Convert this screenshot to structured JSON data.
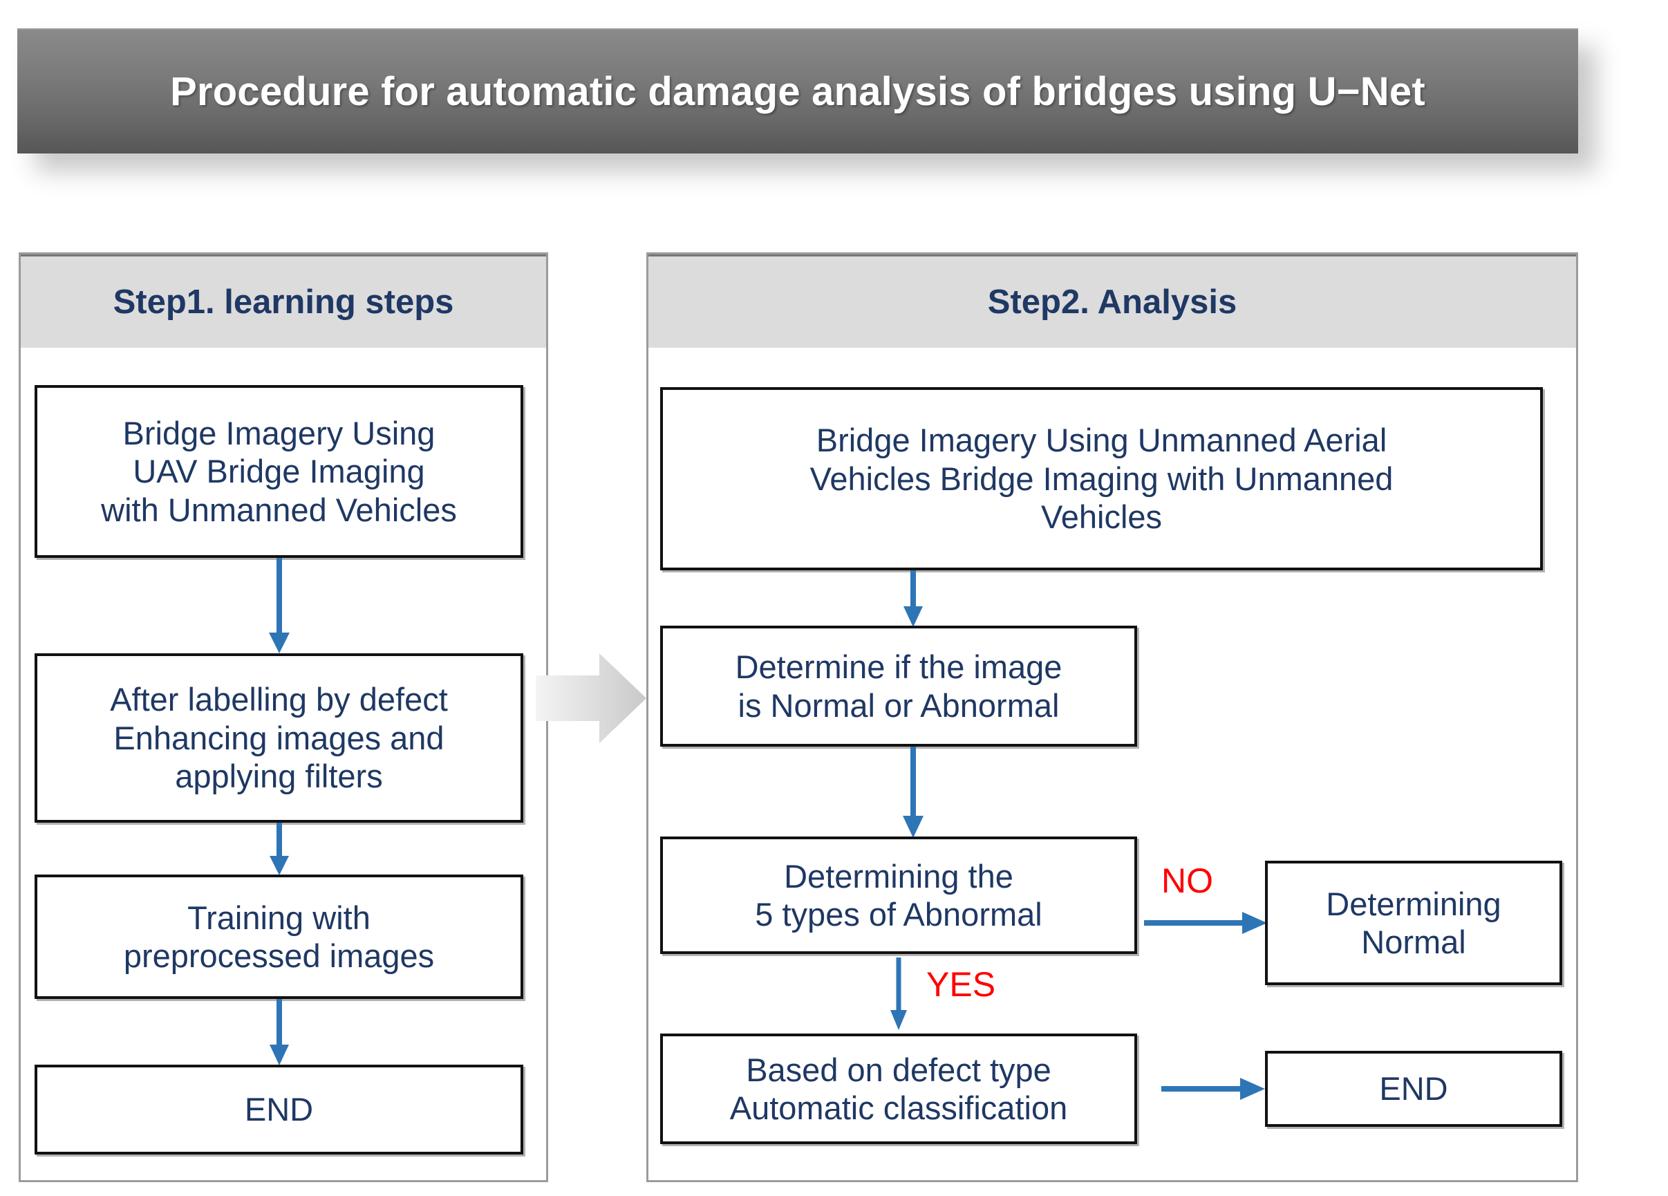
{
  "title": {
    "text": "Procedure for automatic damage analysis of bridges using U−Net"
  },
  "colors": {
    "text_navy": "#1F3864",
    "arrow_blue": "#2E75B6",
    "decision_red": "#FF0000",
    "panel_header_gray": "#DCDCDC",
    "banner_gray_top": "#8A8A8A",
    "banner_gray_bottom": "#565656",
    "box_border": "#111111"
  },
  "panels": [
    {
      "id": "step1",
      "header": "Step1. learning steps",
      "boxes": [
        {
          "id": "l1",
          "text": "Bridge Imagery Using\nUAV Bridge Imaging\nwith Unmanned Vehicles"
        },
        {
          "id": "l2",
          "text": "After labelling by defect\nEnhancing images and\napplying filters"
        },
        {
          "id": "l3",
          "text": "Training with\npreprocessed images"
        },
        {
          "id": "l4",
          "text": "END"
        }
      ]
    },
    {
      "id": "step2",
      "header": "Step2. Analysis",
      "boxes": [
        {
          "id": "r1",
          "text": "Bridge Imagery Using Unmanned Aerial\nVehicles Bridge Imaging with Unmanned\nVehicles"
        },
        {
          "id": "r2",
          "text": "Determine if the image\nis Normal or Abnormal"
        },
        {
          "id": "r3",
          "text": "Determining the\n5 types of Abnormal"
        },
        {
          "id": "r4",
          "text": "Based on defect type\nAutomatic classification"
        },
        {
          "id": "r5",
          "text": "Determining\nNormal"
        },
        {
          "id": "r6",
          "text": "END"
        }
      ]
    }
  ],
  "decision_labels": {
    "no": "NO",
    "yes": "YES"
  },
  "icons": {
    "arrow_down": "arrow-down-icon",
    "arrow_right": "arrow-right-icon",
    "transition_block_arrow": "block-arrow-right-icon"
  }
}
